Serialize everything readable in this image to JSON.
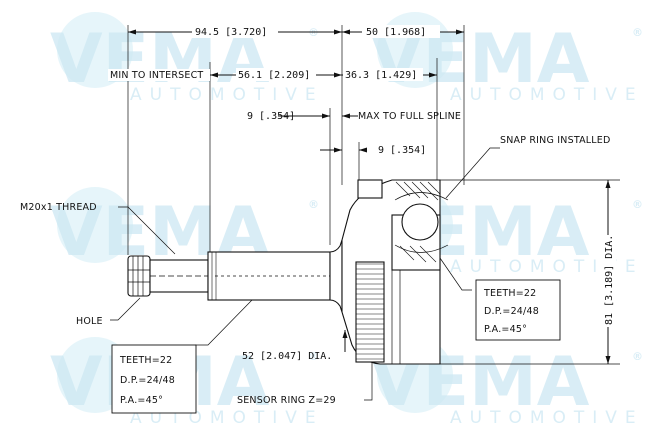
{
  "watermark": {
    "brand": "VEMA",
    "subtitle": "AUTOMOTIVE",
    "registered": "®"
  },
  "dimensions": {
    "overall_left": "94.5 [3.720]",
    "overall_right": "50 [1.968]",
    "min_to_intersect_label": "MIN TO INTERSECT",
    "min_to_intersect_value": "56.1 [2.209]",
    "spline_value": "36.3 [1.429]",
    "max_to_full_spline_label": "MAX TO FULL SPLINE",
    "left_step": "9 [.354]",
    "right_step": "9 [.354]",
    "outer_diameter": "81 [3.189] DIA.",
    "seal_diameter": "52 [2.047] DIA."
  },
  "callouts": {
    "snap_ring": "SNAP RING INSTALLED",
    "thread": "M20x1 THREAD",
    "hole": "HOLE",
    "sensor_ring": "SENSOR RING Z=29"
  },
  "spec_left": {
    "teeth": "TEETH=22",
    "dp": "D.P.=24/48",
    "pa": "P.A.=45°"
  },
  "spec_right": {
    "teeth": "TEETH=22",
    "dp": "D.P.=24/48",
    "pa": "P.A.=45°"
  }
}
